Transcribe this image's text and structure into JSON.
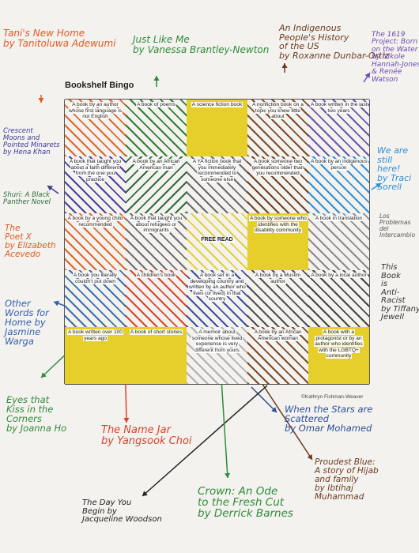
{
  "worksheet": {
    "title": "Bookshelf Bingo",
    "credit": "©Kathryn Fishman-Weaver",
    "cells": [
      {
        "text": "A book by an author whose first language is not English",
        "color": "#e0652a",
        "fill": "hatch",
        "angle": 45
      },
      {
        "text": "A book of poems",
        "color": "#2e7d32",
        "fill": "hatch",
        "angle": 45
      },
      {
        "text": "A science fiction book",
        "color": "#e6cf2a",
        "fill": "solid",
        "angle": 0
      },
      {
        "text": "A nonfiction book on a topic you knew little about",
        "color": "#7a4b2a",
        "fill": "hatch",
        "angle": 45
      },
      {
        "text": "A book written in the last two years",
        "color": "#6b55a8",
        "fill": "hatch",
        "angle": 45
      },
      {
        "text": "A book that taught you about a faith different from the one you practice",
        "color": "#4a3f9a",
        "fill": "hatch",
        "angle": 45
      },
      {
        "text": "A book by an African American man",
        "color": "#2f6b3a",
        "fill": "hatch",
        "angle": -45
      },
      {
        "text": "A YA fiction book that you immediately recommended to someone else",
        "color": "#6a6a6a",
        "fill": "hatch",
        "angle": 45
      },
      {
        "text": "A book someone two generations older than you recommended",
        "color": "#6b4226",
        "fill": "hatch",
        "angle": 45
      },
      {
        "text": "A book by an indigenous person",
        "color": "#2f8fd6",
        "fill": "hatch",
        "angle": 45
      },
      {
        "text": "A book by a young child recommended",
        "color": "#e0652a",
        "fill": "hatch",
        "angle": 45
      },
      {
        "text": "A book that taught you about refugees or immigrants",
        "color": "#6e6e6e",
        "fill": "hatch",
        "angle": 45
      },
      {
        "text": "FREE READ",
        "color": "#e2d03a",
        "fill": "hatch",
        "angle": 45
      },
      {
        "text": "A book by someone who identifies with the disability community",
        "color": "#e6cf2a",
        "fill": "solid",
        "angle": 0
      },
      {
        "text": "A book in translation",
        "color": "#8a8a8a",
        "fill": "hatch",
        "angle": 45
      },
      {
        "text": "A book you literally couldn't put down",
        "color": "#3a6fb0",
        "fill": "hatch",
        "angle": 45
      },
      {
        "text": "A children's book",
        "color": "#d9432b",
        "fill": "hatch",
        "angle": 45
      },
      {
        "text": "A book set in a developing country and written by an author who lives (or lived) in that country",
        "color": "#3a4fa0",
        "fill": "hatch",
        "angle": 45
      },
      {
        "text": "A book by a Muslim author",
        "color": "#4e4e4e",
        "fill": "hatch",
        "angle": 45
      },
      {
        "text": "A book by a local author",
        "color": "#444444",
        "fill": "hatch",
        "angle": 45
      },
      {
        "text": "A book written over 100 years ago",
        "color": "#e6cf2a",
        "fill": "solid",
        "angle": 0
      },
      {
        "text": "A book of short stories",
        "color": "#e6cf2a",
        "fill": "solid",
        "angle": 0
      },
      {
        "text": "A memoir about someone whose lived experience is very different from yours",
        "color": "#b0b0b0",
        "fill": "hatch",
        "angle": 45
      },
      {
        "text": "A book by an African American woman",
        "color": "#7a4b2a",
        "fill": "hatch",
        "angle": 45
      },
      {
        "text": "A book with a protagonist or by an author who identifies with the LGBTQ+ community",
        "color": "#e6cf2a",
        "fill": "solid",
        "angle": 0
      }
    ]
  },
  "annotations": {
    "tanis_new_home": {
      "text": "Tani's New Home\nby Tanitoluwa Adewumi",
      "color": "#e05a22"
    },
    "just_like_me": {
      "text": "Just Like Me\nby Vanessa Brantley-Newton",
      "color": "#2e8b3a"
    },
    "indigenous_history": {
      "text": "An Indigenous\nPeople's History\nof the US\nby Roxanne Dunbar-Ortiz",
      "color": "#6b3a22"
    },
    "project_1619": {
      "text": "The 1619\nProject: Born\non the Water\nby Nikole\nHannah-Jones\n& Renée\nWatson",
      "color": "#6a4bb0"
    },
    "crescent_moons": {
      "text": "Crescent\nMoons and\nPointed Minarets\nby Hena Khan",
      "color": "#3a3a9a"
    },
    "we_are_still_here": {
      "text": "We are\nstill\nhere!\nby Traci\nSorell",
      "color": "#2f8fd6"
    },
    "shuri": {
      "text": "Shuri: A Black\nPanther Novel",
      "color": "#2f6b3a"
    },
    "los_problemas": {
      "text": "Los\nProblemas\ndel\nIntercambio",
      "color": "#555555"
    },
    "poet_x": {
      "text": "The\nPoet X\nby Elizabeth\nAcevedo",
      "color": "#e05a22"
    },
    "this_book_anti_racist": {
      "text": "This\nBook\nis\nAnti-\nRacist\nby Tiffany\nJewell",
      "color": "#333333"
    },
    "other_words": {
      "text": "Other\nWords for\nHome by\nJasmine\nWarga",
      "color": "#2f5fb0"
    },
    "eyes_that_kiss": {
      "text": "Eyes that\nKiss in the\nCorners\nby Joanna Ho",
      "color": "#2e8b3a"
    },
    "name_jar": {
      "text": "The Name Jar\nby Yangsook Choi",
      "color": "#d9432b"
    },
    "when_stars_scattered": {
      "text": "When the Stars are\nScattered\nby Omar Mohamed",
      "color": "#2a4f9a"
    },
    "proudest_blue": {
      "text": "Proudest Blue:\nA story of Hijab\nand family\nby Ibtihaj\nMuhammad",
      "color": "#6b3a22"
    },
    "day_you_begin": {
      "text": "The Day You\nBegin by\nJacqueline Woodson",
      "color": "#222222"
    },
    "crown": {
      "text": "Crown: An Ode\nto the Fresh Cut\nby Derrick Barnes",
      "color": "#2e8b3a"
    }
  }
}
